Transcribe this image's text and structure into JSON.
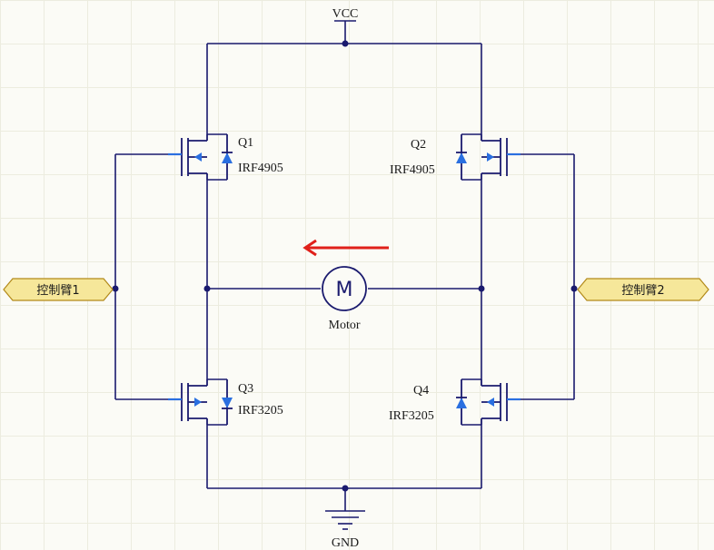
{
  "rails": {
    "vcc": "VCC",
    "gnd": "GND"
  },
  "mosfets": [
    {
      "ref": "Q1",
      "part": "IRF4905"
    },
    {
      "ref": "Q2",
      "part": "IRF4905"
    },
    {
      "ref": "Q3",
      "part": "IRF3205"
    },
    {
      "ref": "Q4",
      "part": "IRF3205"
    }
  ],
  "motor": {
    "symbol": "M",
    "label": "Motor"
  },
  "ports": {
    "left": "控制臂1",
    "right": "控制臂2"
  },
  "colors": {
    "wire": "#1a1a6e",
    "pin": "#2a6fe0",
    "arrow": "#e0201a",
    "port_fill": "#f6e79a"
  },
  "icons": {
    "current_direction": "arrow-left-icon",
    "ground": "ground-icon",
    "motor": "motor-icon"
  }
}
